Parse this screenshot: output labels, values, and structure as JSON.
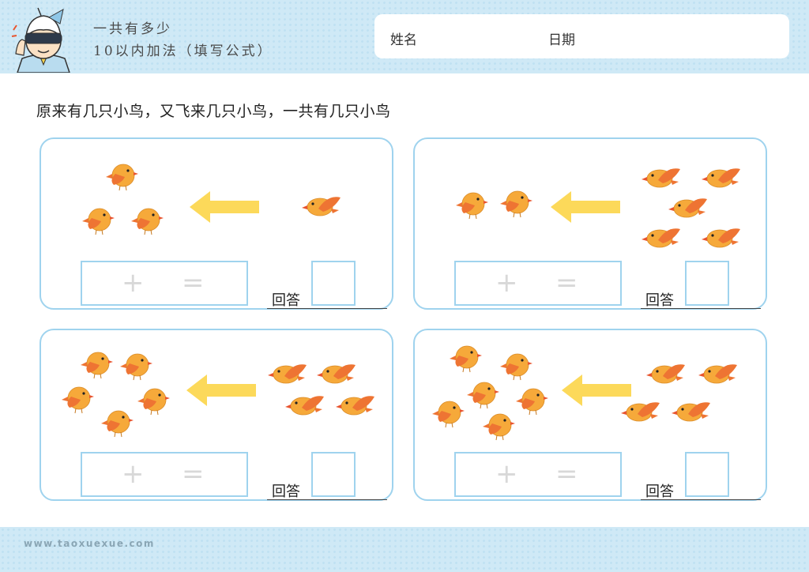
{
  "header": {
    "title_line1": "一共有多少",
    "title_line2": "10以内加法（填写公式）",
    "name_label": "姓名",
    "date_label": "日期",
    "mascot": "robot-mascot-icon"
  },
  "instruction": "原来有几只小鸟，又飞来几只小鸟，一共有几只小鸟",
  "panels": [
    {
      "original_birds": 3,
      "arriving_birds": 1,
      "plus": "+",
      "equals": "=",
      "answer_label": "回答"
    },
    {
      "original_birds": 2,
      "arriving_birds": 5,
      "plus": "+",
      "equals": "=",
      "answer_label": "回答"
    },
    {
      "original_birds": 5,
      "arriving_birds": 4,
      "plus": "+",
      "equals": "=",
      "answer_label": "回答"
    },
    {
      "original_birds": 6,
      "arriving_birds": 4,
      "plus": "+",
      "equals": "=",
      "answer_label": "回答"
    }
  ],
  "footer": {
    "url": "www.taoxuexue.com"
  },
  "colors": {
    "border": "#9fd3ee",
    "arrow": "#fcd95a",
    "bird_body": "#f6a93a",
    "bird_wing": "#ee7433",
    "header_bg": "#cfe9f6"
  }
}
